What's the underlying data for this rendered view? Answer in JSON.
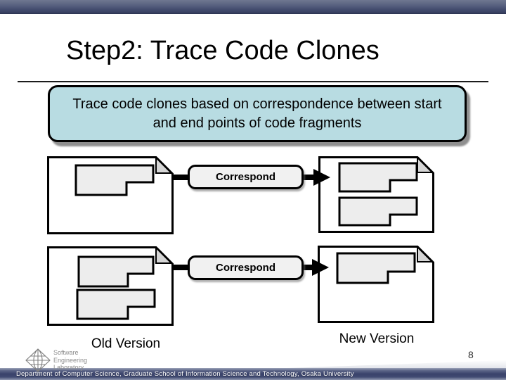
{
  "title": "Step2: Trace Code Clones",
  "callout": {
    "text": "Trace code clones based on correspondence between start and end points of code fragments",
    "bg_color": "#b8dce2"
  },
  "diagram": {
    "correspond_labels": [
      "Correspond",
      "Correspond"
    ],
    "old_version_label": "Old Version",
    "new_version_label": "New Version",
    "fragment_fill": "#ededed",
    "document_fill": "#ffffff"
  },
  "logo": {
    "lines": [
      "Software",
      "Engineering",
      "Laboratory"
    ]
  },
  "footer": {
    "text": "Department of Computer Science, Graduate School of Information Science and Technology, Osaka University"
  },
  "page_number": "8",
  "colors": {
    "top_bar": "#434c6e",
    "footer_bar": "#39426a",
    "callout_bg": "#b8dce2"
  }
}
